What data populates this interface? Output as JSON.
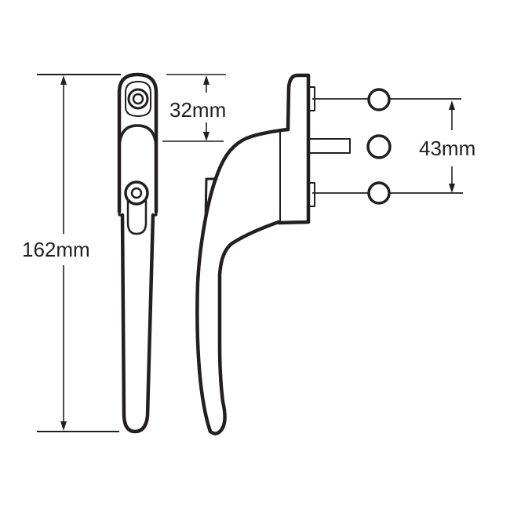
{
  "diagram": {
    "type": "technical-dimension-drawing",
    "subject": "window handle",
    "views": [
      {
        "id": "front-view",
        "description": "Front view of handle with two screw caps"
      },
      {
        "id": "side-view",
        "description": "Side profile with base plate, two fixing screws and spindle"
      },
      {
        "id": "fixing-holes",
        "description": "Three circular fixing/spindle holes"
      }
    ],
    "dimensions": {
      "overall_length": {
        "label": "162mm",
        "value": 162,
        "unit": "mm"
      },
      "top_cap_to_handle": {
        "label": "32mm",
        "value": 32,
        "unit": "mm"
      },
      "fixing_centres": {
        "label": "43mm",
        "value": 43,
        "unit": "mm"
      }
    },
    "colors": {
      "line": "#231f20",
      "background": "#ffffff"
    }
  }
}
